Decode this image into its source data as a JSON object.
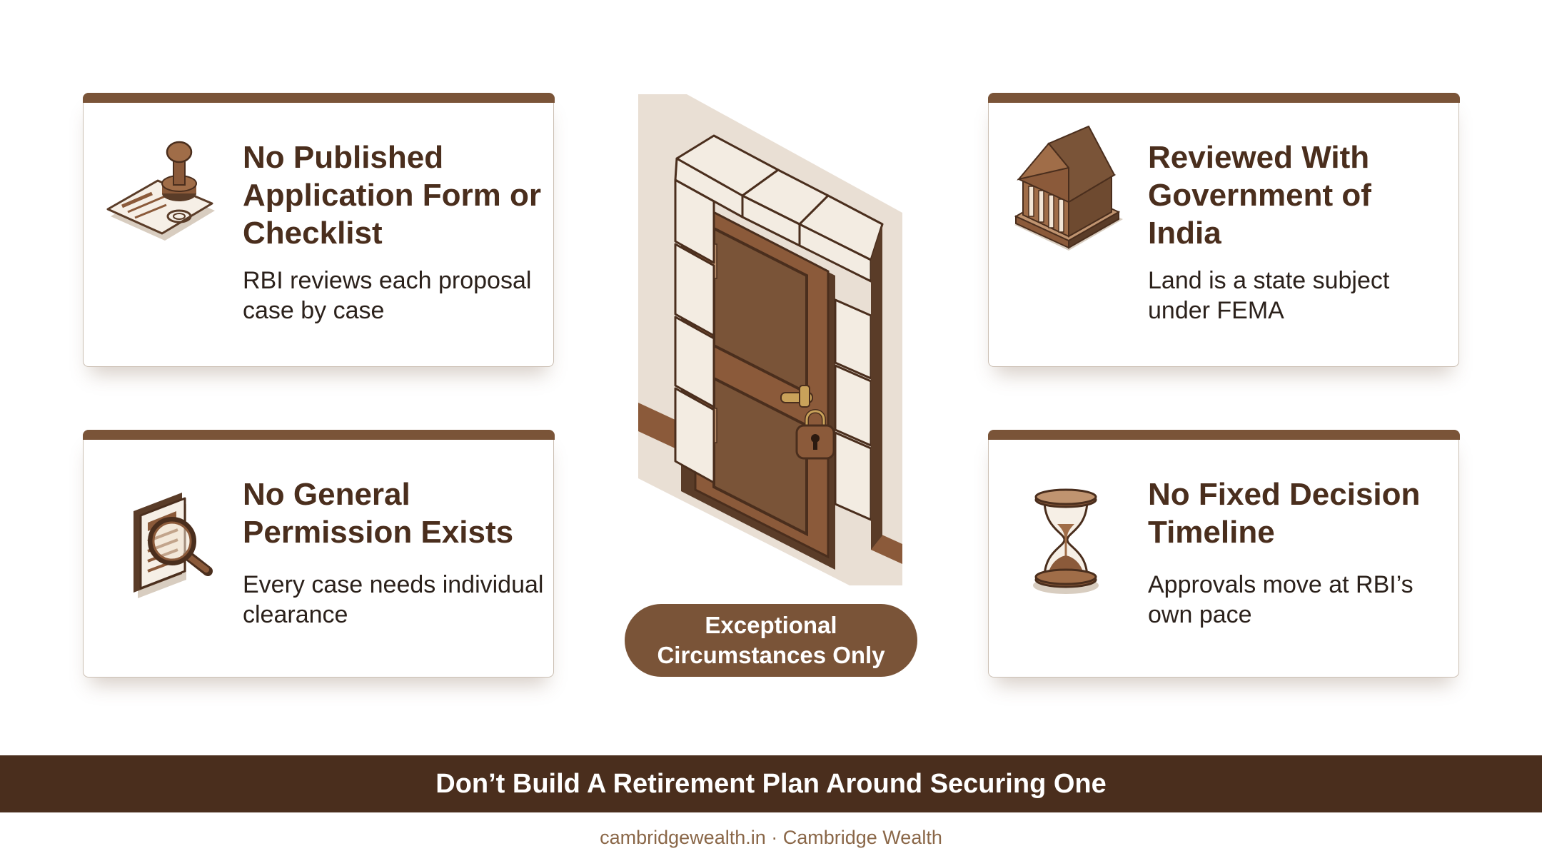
{
  "cards": [
    {
      "id": "tl",
      "icon": "stamp-document-icon",
      "title": "No Published Application Form or Checklist",
      "desc": "RBI reviews each proposal case by case"
    },
    {
      "id": "bl",
      "icon": "magnifying-glass-document-icon",
      "title": "No General Permission Exists",
      "desc": "Every case needs individual clearance"
    },
    {
      "id": "tr",
      "icon": "government-building-icon",
      "title": "Reviewed With Government of India",
      "desc": "Land is a state subject under FEMA"
    },
    {
      "id": "br",
      "icon": "hourglass-icon",
      "title": "No Fixed Decision Timeline",
      "desc": "Approvals move at RBI’s own pace"
    }
  ],
  "center": {
    "illustration": "locked-door-icon",
    "pill_label": "Exceptional\nCircumstances Only"
  },
  "banner": {
    "text": "Don’t Build A Retirement Plan Around Securing One"
  },
  "footer": {
    "text": "cambridgewealth.in · Cambridge Wealth"
  },
  "colors": {
    "brown_dark": "#4a2e1d",
    "brown_accent": "#7a5438",
    "door_brown": "#8b5a3a",
    "stone": "#eee4d8",
    "wall": "#e3d8cc",
    "brass": "#c9a25a",
    "footer_text": "#8a6748"
  }
}
